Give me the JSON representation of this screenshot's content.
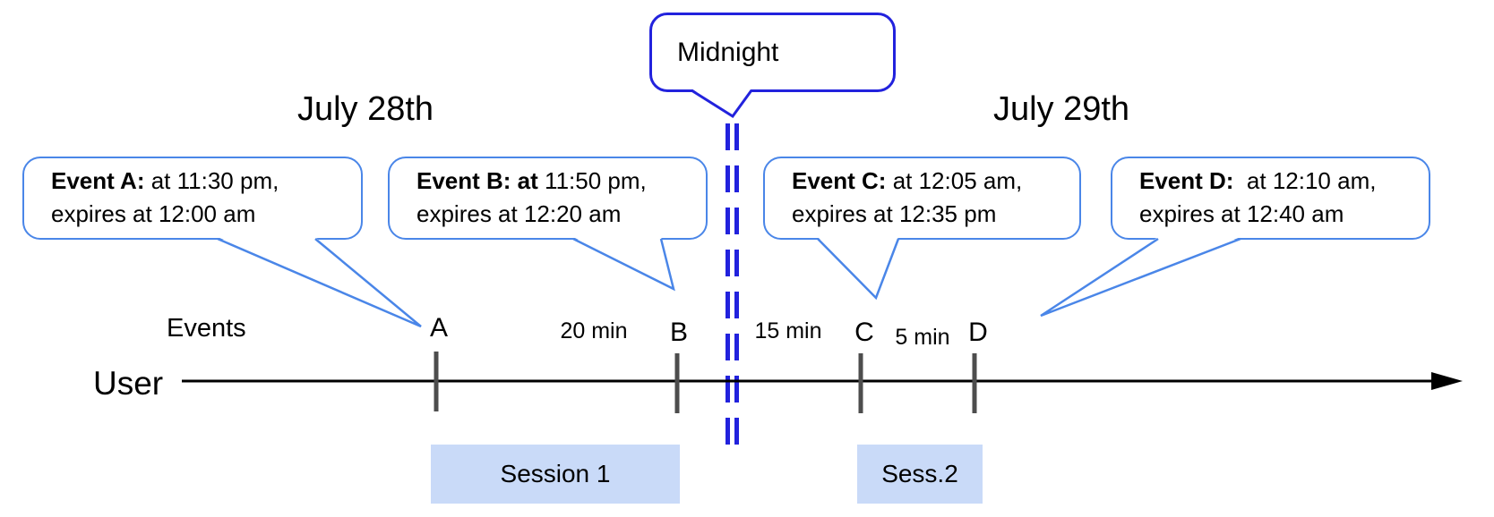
{
  "titles": {
    "left_date": "July 28th",
    "right_date": "July 29th"
  },
  "midnight": {
    "label": "Midnight"
  },
  "axis": {
    "events_label": "Events",
    "user_label": "User"
  },
  "callouts": [
    {
      "event": "A",
      "bold": "Event A:",
      "rest": " at 11:30 pm,",
      "line2": "expires at 12:00 am"
    },
    {
      "event": "B",
      "bold": "Event B: at",
      "rest": " 11:50 pm,",
      "line2": "expires at 12:20 am"
    },
    {
      "event": "C",
      "bold": "Event C:",
      "rest": " at 12:05 am,",
      "line2": "expires at 12:35 pm"
    },
    {
      "event": "D",
      "bold": "Event D:",
      "rest": "  at 12:10 am,",
      "line2": "expires at 12:40 am"
    }
  ],
  "ticks": {
    "a": "A",
    "b": "B",
    "c": "C",
    "d": "D"
  },
  "intervals": {
    "ab": "20 min",
    "bc": "15 min",
    "cd": "5 min"
  },
  "sessions": {
    "s1": "Session 1",
    "s2": "Sess.2"
  },
  "colors": {
    "callout_border": "#4a86e8",
    "midnight_blue": "#2222dd",
    "session_fill": "#c9daf8",
    "tick_gray": "#4d4d4d",
    "timeline": "#000000"
  }
}
